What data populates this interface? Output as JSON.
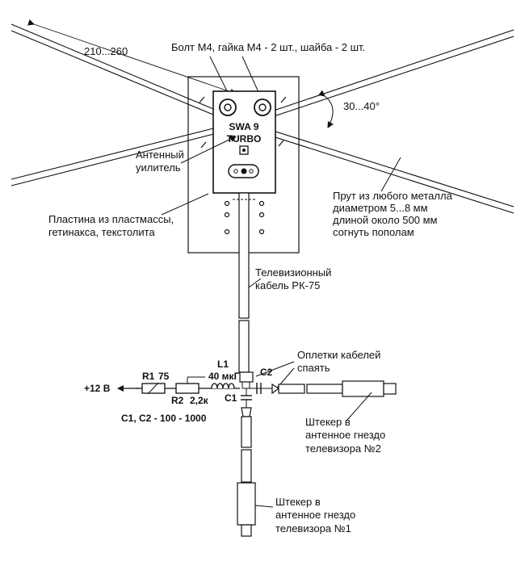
{
  "labels": {
    "dim_length": "210...260",
    "bolt": "Болт М4, гайка М4 - 2 шт., шайба - 2 шт.",
    "angle": "30...40°",
    "model_line1": "SWA 9",
    "model_line2": "TURBO",
    "amp_line1": "Антенный",
    "amp_line2": "уилитель",
    "rod_line1": "Прут из любого металла",
    "rod_line2": "диаметром 5...8 мм",
    "rod_line3": "длиной около 500 мм",
    "rod_line4": "согнуть пополам",
    "plate_line1": "Пластина из пластмассы,",
    "plate_line2": "гетинакса, текстолита",
    "cable_line1": "Телевизионный",
    "cable_line2": "кабель РК-75",
    "braid_line1": "Оплетки кабелей",
    "braid_line2": "спаять",
    "l1": "L1",
    "l1_value": "40 мкГ",
    "c2": "C2",
    "c1": "C1",
    "r1": "R1",
    "r1_value": "75",
    "r2": "R2",
    "r2_value": "2,2к",
    "supply": "+12 В",
    "caps": "C1, C2 - 100 - 1000",
    "plug2_line1": "Штекер в",
    "plug2_line2": "антенное гнездо",
    "plug2_line3": "телевизора №2",
    "plug1_line1": "Штекер в",
    "plug1_line2": "антенное гнездо",
    "plug1_line3": "телевизора №1"
  }
}
